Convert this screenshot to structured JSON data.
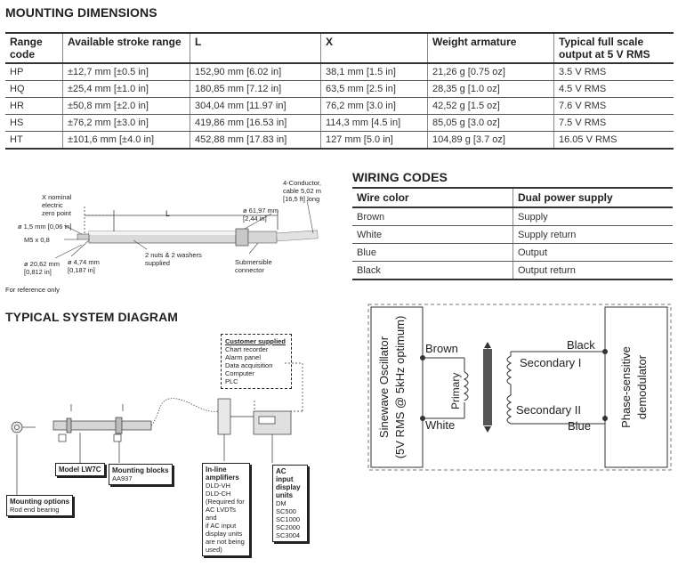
{
  "mounting": {
    "title": "MOUNTING DIMENSIONS",
    "headers": [
      "Range code",
      "Available stroke range",
      "L",
      "X",
      "Weight armature",
      "Typical full scale output at 5 V RMS"
    ],
    "rows": [
      [
        "HP",
        "±12,7 mm [±0.5 in]",
        "152,90 mm [6.02 in]",
        "38,1 mm [1.5 in]",
        "21,26 g [0.75 oz]",
        "3.5 V RMS"
      ],
      [
        "HQ",
        "±25,4 mm [±1.0 in]",
        "180,85 mm [7.12 in]",
        "63,5 mm [2.5 in]",
        "28,35 g [1.0 oz]",
        "4.5 V RMS"
      ],
      [
        "HR",
        "±50,8 mm [±2.0 in]",
        "304,04 mm [11.97 in]",
        "76,2 mm [3.0 in]",
        "42,52 g [1.5 oz]",
        "7.6 V RMS"
      ],
      [
        "HS",
        "±76,2 mm [±3.0 in]",
        "419,86 mm [16.53 in]",
        "114,3 mm [4.5 in]",
        "85,05 g [3.0 oz]",
        "7.5 V RMS"
      ],
      [
        "HT",
        "±101,6 mm [±4.0 in]",
        "452,88 mm [17.83 in]",
        "127 mm [5.0 in]",
        "104,89 g [3.7 oz]",
        "16.05 V RMS"
      ]
    ]
  },
  "drawing": {
    "x_nominal": [
      "X nominal",
      "electric",
      "zero point"
    ],
    "dim_15": "ø 1,5 mm [0,06 in]",
    "m5": "M5 x 0,8",
    "dim_2062": [
      "ø 20,62 mm",
      "[0,812 in]"
    ],
    "dim_474": [
      "ø 4,74 mm",
      "[0,187 in]"
    ],
    "nuts": [
      "2 nuts & 2 washers",
      "supplied"
    ],
    "L": "L",
    "dim_6197": [
      "ø 61,97 mm",
      "[2,44 in]"
    ],
    "cable": [
      "4-Conductor,",
      "cable 5,02 m",
      "[16,5 ft] long"
    ],
    "connector": [
      "Submersible",
      "connector"
    ],
    "ref": "For reference only"
  },
  "wiring": {
    "title": "WIRING CODES",
    "headers": [
      "Wire color",
      "Dual power supply"
    ],
    "rows": [
      [
        "Brown",
        "Supply"
      ],
      [
        "White",
        "Supply return"
      ],
      [
        "Blue",
        "Output"
      ],
      [
        "Black",
        "Output return"
      ]
    ]
  },
  "system": {
    "title": "TYPICAL SYSTEM DIAGRAM",
    "customer_title": "Customer supplied",
    "customer_items": [
      "Chart recorder",
      "Alarm panel",
      "Data acquisition",
      "Computer",
      "PLC"
    ],
    "model_label": "Model LW7C",
    "mounting_blocks_title": "Mounting blocks",
    "mounting_blocks_part": "AA937",
    "mounting_options_title": "Mounting options",
    "mounting_options_item": "Rod end bearing",
    "inline_title": [
      "In-line",
      "amplifiers"
    ],
    "inline_items": [
      "DLD-VH",
      "DLD-CH",
      "(Required for",
      "AC LVDTs and",
      "if AC input",
      "display units",
      "are not being",
      "used)"
    ],
    "ac_title": [
      "AC input",
      "display",
      "units"
    ],
    "ac_items": [
      "DM",
      "SC500",
      "SC1000",
      "SC2000",
      "SC3004"
    ]
  },
  "schematic": {
    "oscillator_line1": "Sinewave Oscillator",
    "oscillator_line2": "(5V RMS @ 5kHz optimum)",
    "brown": "Brown",
    "white": "White",
    "primary": "Primary",
    "secondary1": "Secondary I",
    "secondary2": "Secondary II",
    "black": "Black",
    "blue": "Blue",
    "demod_line1": "Phase-sensitive",
    "demod_line2": "demodulator"
  }
}
